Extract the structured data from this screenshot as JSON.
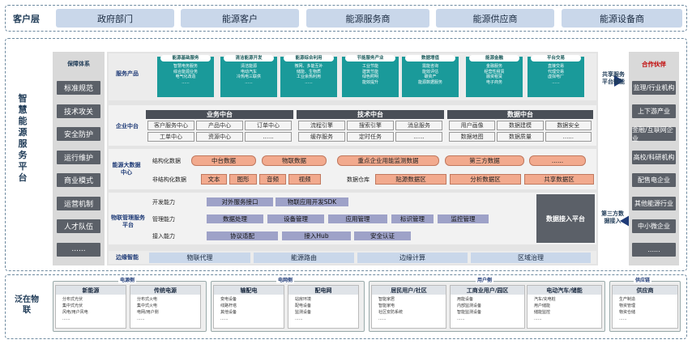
{
  "customer": {
    "title": "客户层",
    "items": [
      "政府部门",
      "能源客户",
      "能源服务商",
      "能源供应商",
      "能源设备商"
    ]
  },
  "platform": {
    "title": "智慧能源服务平台",
    "title_chars": [
      "智",
      "慧",
      "能",
      "源",
      "服",
      "务",
      "平",
      "台"
    ],
    "left": {
      "head": "保障体系",
      "items": [
        "标准规范",
        "技术攻关",
        "安全防护",
        "运行维护",
        "商业模式",
        "运营机制",
        "人才队伍",
        "......"
      ]
    },
    "service": {
      "label": "服务产品",
      "cards": [
        {
          "title": "能源基础服务",
          "lines": [
            "智慧电务服务",
            "综合能源业务",
            "电气化改造",
            "......"
          ]
        },
        {
          "title": "清洁能源开发",
          "lines": [
            "清洁能源",
            "电动汽车",
            "冷热电三联供",
            "......"
          ]
        },
        {
          "title": "能源综合利用",
          "lines": [
            "微网、多能互补",
            "储能、生物质",
            "工业余热利用",
            "......"
          ]
        },
        {
          "title": "节能服务产业",
          "lines": [
            "工业节能",
            "建筑节能",
            "绿色照明",
            "能效提升"
          ]
        },
        {
          "title": "数据增值",
          "lines": [
            "需能咨询",
            "能效评估",
            "碳资产",
            "能源数据服务"
          ]
        },
        {
          "title": "能源金融",
          "lines": [
            "金融服务",
            "经营性租赁",
            "融资租赁",
            "电子商务"
          ]
        },
        {
          "title": "平台交易",
          "lines": [
            "直接交易",
            "代理交易",
            "虚拟电厂",
            "......"
          ]
        }
      ]
    },
    "enterprise": {
      "label": "企业中台",
      "sections": [
        {
          "title": "业务中台",
          "items": [
            "客户服务中心",
            "产品中心",
            "订单中心",
            "工单中心",
            "资源中心",
            "......"
          ]
        },
        {
          "title": "技术中台",
          "items": [
            "流程引擎",
            "搜索引擎",
            "消息服务",
            "缓存服务",
            "定时任务",
            "......"
          ]
        },
        {
          "title": "数据中台",
          "items": [
            "用户画像",
            "数据建模",
            "数据安全",
            "数据地图",
            "数据质量",
            "......"
          ]
        }
      ]
    },
    "bigdata": {
      "label": "能源大数据中心",
      "structured_label": "结构化数据",
      "structured": [
        "中台数据",
        "物联数据",
        "重点企业用能监测数据",
        "第三方数据",
        "......"
      ],
      "unstructured_label": "非结构化数据",
      "unstructured": [
        "文本",
        "图形",
        "音频",
        "视频"
      ],
      "warehouse_label": "数据仓库",
      "warehouse": [
        "贴源数据区",
        "分析数据区",
        "共享数据区"
      ]
    },
    "iot": {
      "label": "物联管理服务平台",
      "rows": [
        {
          "label": "开发能力",
          "items": [
            "对外服务接口",
            "物联应用开发SDK"
          ]
        },
        {
          "label": "管理能力",
          "items": [
            "数据处理",
            "设备管理",
            "应用管理",
            "标识管理",
            "监控管理"
          ]
        },
        {
          "label": "接入能力",
          "items": [
            "协议适配",
            "接入Hub",
            "安全认证"
          ]
        }
      ],
      "access_platform": "数据接入平台"
    },
    "edge": {
      "label": "边缘智能",
      "items": [
        "物联代理",
        "能源路由",
        "边缘计算",
        "区域治理"
      ]
    },
    "share_label": "共享服务平台赋能",
    "third_party_label": "第三方数据接入",
    "partners": {
      "head": "合作伙伴",
      "items": [
        "监理/行业机构",
        "上下游产业",
        "金融/互联网企业",
        "高校/科研机构",
        "配售电企业",
        "其他能源行业",
        "中小微企业",
        "......"
      ]
    }
  },
  "iot_layer": {
    "title": "泛在物联",
    "groups": [
      {
        "title": "电源侧",
        "panels": [
          {
            "title": "新能源",
            "lines": [
              "分布式光伏",
              "集中式光伏",
              "风电/用户风电",
              "......"
            ]
          },
          {
            "title": "传统电源",
            "lines": [
              "分布式火电",
              "集中式火电",
              "电网/用户侧",
              "......"
            ]
          }
        ]
      },
      {
        "title": "电网侧",
        "panels": [
          {
            "title": "输配电",
            "lines": [
              "变电设备",
              "线路杆塔",
              "其他设备",
              "......"
            ]
          },
          {
            "title": "配电网",
            "lines": [
              "站房环境",
              "配电设备",
              "监测设备",
              "......"
            ]
          }
        ]
      },
      {
        "title": "用户侧",
        "panels": [
          {
            "title": "居民用户/社区",
            "lines": [
              "智能家居",
              "智能家电",
              "社区安防系统",
              "......"
            ]
          },
          {
            "title": "工商业用户/园区",
            "lines": [
              "用能设备",
              "内部监测设备",
              "智能监测设备",
              "......"
            ]
          },
          {
            "title": "电动汽车/储能",
            "lines": [
              "汽车/充电桩",
              "用户储能",
              "储能监控",
              "......"
            ]
          }
        ]
      },
      {
        "title": "供应链",
        "panels": [
          {
            "title": "供应商",
            "lines": [
              "生产制造",
              "物资管理",
              "物资仓储",
              "......"
            ]
          }
        ]
      }
    ]
  }
}
